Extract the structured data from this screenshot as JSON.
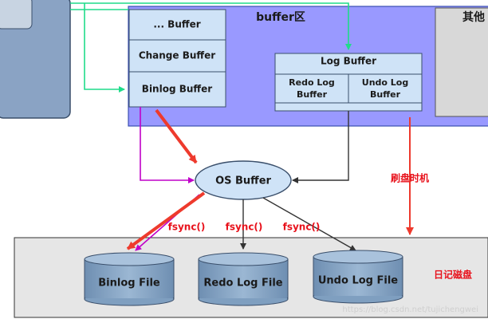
{
  "buffer_area": {
    "title": "buffer区"
  },
  "other_area": {
    "title": "其他"
  },
  "buffers": {
    "placeholder": "... Buffer",
    "change": "Change Buffer",
    "binlog": "Binlog Buffer",
    "log": "Log Buffer",
    "redo_line1": "Redo Log",
    "redo_line2": "Buffer",
    "undo_line1": "Undo Log",
    "undo_line2": "Buffer"
  },
  "os_buffer": "OS Buffer",
  "labels": {
    "flush_timing": "刷盘时机",
    "fsync1": "fsync()",
    "fsync2": "fsync()",
    "fsync3": "fsync()",
    "disk": "日记磁盘"
  },
  "files": {
    "binlog": "Binlog File",
    "redo": "Redo Log File",
    "undo": "Undo Log File"
  },
  "watermark": "https://blog.csdn.net/tujichengwei",
  "colors": {
    "buffer_area": "#9999ff",
    "cell_fill": "#cfe3f7",
    "cyl_top": "#8fb0cf",
    "cyl_body": "#7f9fc0",
    "disk_bg": "#e6e6e6",
    "green_line": "#1fdc8a",
    "magenta_line": "#c000c8",
    "red_line": "#ee3a2d",
    "dark_line": "#333333"
  }
}
